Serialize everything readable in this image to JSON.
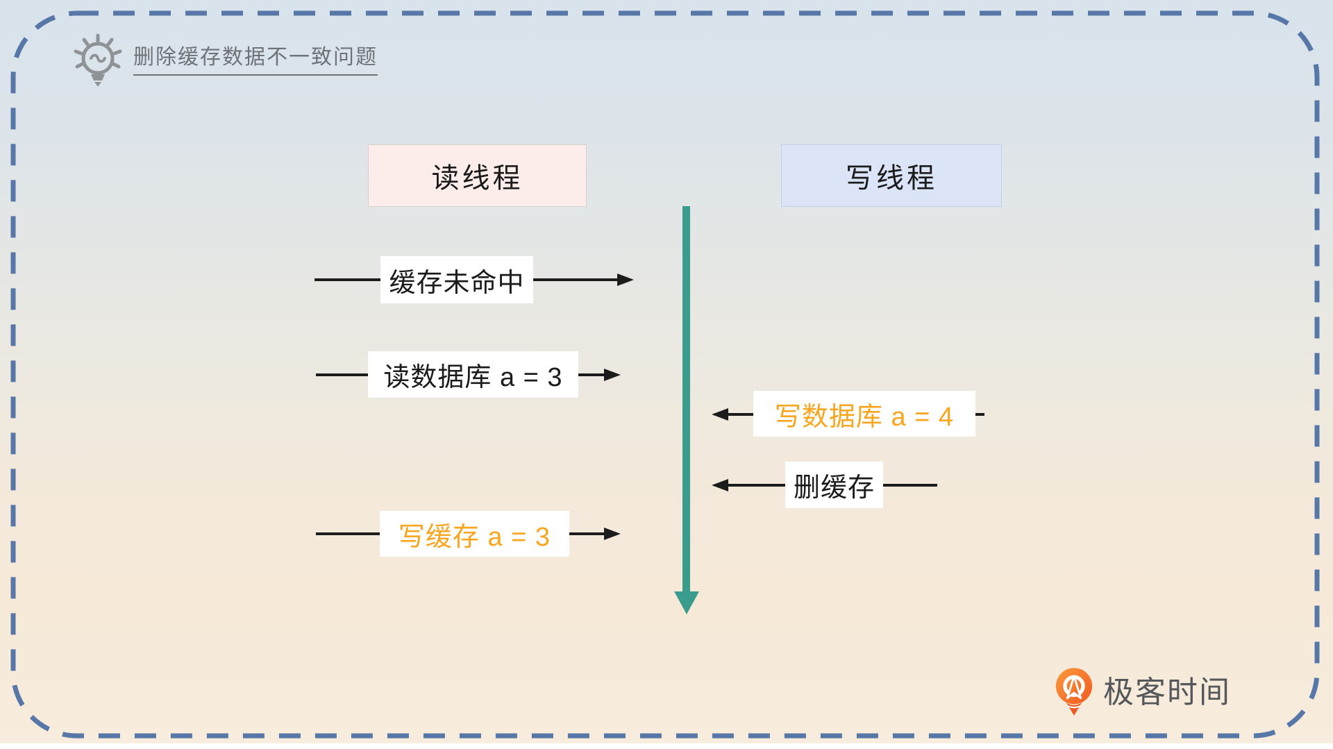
{
  "title": {
    "text": "删除缓存数据不一致问题",
    "icon": "lightbulb-icon"
  },
  "headers": {
    "read_thread": "读线程",
    "write_thread": "写线程"
  },
  "timeline": {
    "direction": "down",
    "color": "#3a9c8c"
  },
  "arrows": [
    {
      "label": "缓存未命中",
      "lane": "read",
      "direction": "right",
      "color": "#1b1b1b"
    },
    {
      "label": "读数据库 a = 3",
      "lane": "read",
      "direction": "right",
      "color": "#1b1b1b"
    },
    {
      "label": "写数据库 a = 4",
      "lane": "write",
      "direction": "left",
      "color": "#f9a51d"
    },
    {
      "label": "删缓存",
      "lane": "write",
      "direction": "left",
      "color": "#1b1b1b"
    },
    {
      "label": "写缓存 a = 3",
      "lane": "read",
      "direction": "right",
      "color": "#f9a51d"
    }
  ],
  "logo": {
    "text": "极客时间",
    "icon": "geektime-logo-icon"
  },
  "colors": {
    "border_dash": "#5677a8",
    "read_box_bg": "#fcedeb",
    "write_box_bg": "#dbe5f7",
    "accent_orange": "#f9a51d",
    "timeline_teal": "#3a9c8c",
    "bg_top": "#d8e3ec",
    "bg_bottom": "#f7ecdd"
  }
}
